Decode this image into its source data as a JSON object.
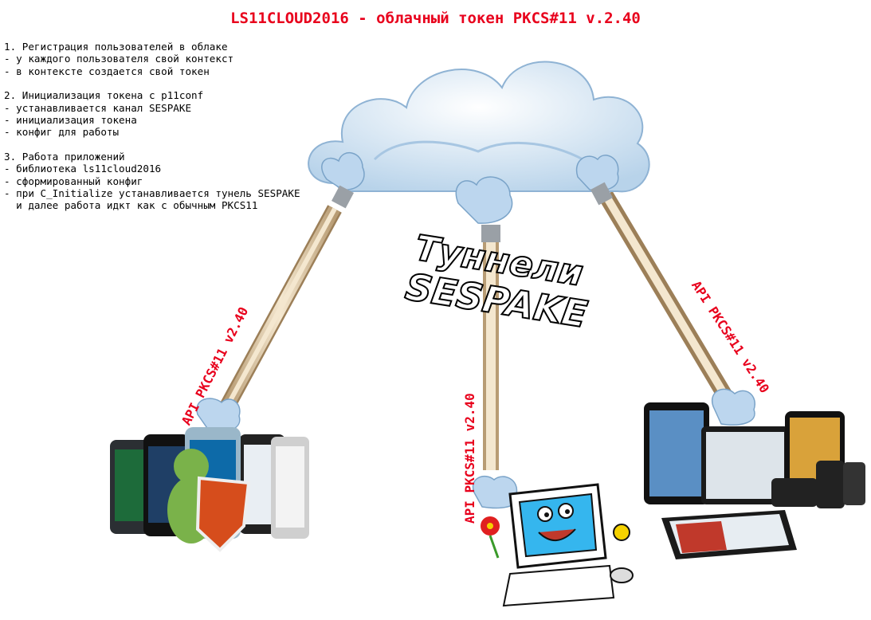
{
  "title": "LS11CLOUD2016 - облачный токен PKCS#11 v.2.40",
  "notes": [
    {
      "lines": [
        "1. Регистрация пользователей в облаке",
        "- у каждого пользователя свой контекст",
        "- в контексте создается свой токен"
      ]
    },
    {
      "lines": [
        "2. Инициализация токена с p11conf",
        "- устанавливается канал SESPAKE",
        "- инициализация токена",
        "- конфиг для работы"
      ]
    },
    {
      "lines": [
        "3. Работа приложений",
        "- библиотека ls11cloud2016",
        "- сформированный конфиг",
        "- при C_Initialize устанавливается тунель SESPAKE",
        "  и далее работа идкт как с обычным PKCS11"
      ]
    }
  ],
  "tunnel_label": [
    "Туннели",
    "SESPAKE"
  ],
  "api_labels": {
    "left": "API PKCS#11 v2.40",
    "middle": "API PKCS#11 v2.40",
    "right": "API PKCS#11 v2.40"
  },
  "colors": {
    "title": "#e8001c",
    "cloud": "#cfe3f2",
    "cable": "#e9d6b6"
  },
  "icons": {
    "cloud": "cloud-icon",
    "usb_plug": "usb-plug-icon",
    "phones": "android-phones-icon",
    "computer": "cartoon-computer-icon",
    "tablets": "tablets-icon"
  }
}
